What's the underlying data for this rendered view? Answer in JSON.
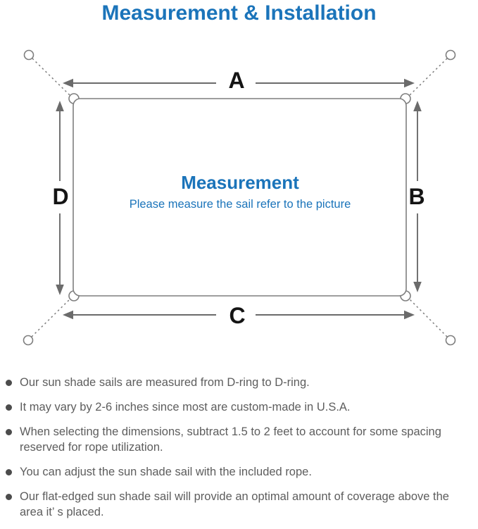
{
  "title": "Measurement & Installation",
  "diagram": {
    "dimension_labels": {
      "top": "A",
      "right": "B",
      "bottom": "C",
      "left": "D"
    },
    "center": {
      "heading": "Measurement",
      "subheading": "Please measure the sail refer to the picture"
    },
    "colors": {
      "accent_blue": "#1b74ba",
      "line_gray": "#7e7e7e",
      "arrow_gray": "#6b6b6b",
      "label_black": "#141414",
      "text_gray": "#5d5d5d",
      "dot_gray": "#4c4c4c"
    }
  },
  "bullets": [
    "Our sun shade sails are measured from D-ring to D-ring.",
    "It may vary by 2-6 inches since most are custom-made in U.S.A.",
    "When selecting the dimensions, subtract 1.5 to 2 feet to account for some spacing reserved for rope utilization.",
    "You can adjust the sun shade sail with the included rope.",
    "Our flat-edged sun shade sail will provide an optimal amount of coverage above the area it’ s placed."
  ]
}
